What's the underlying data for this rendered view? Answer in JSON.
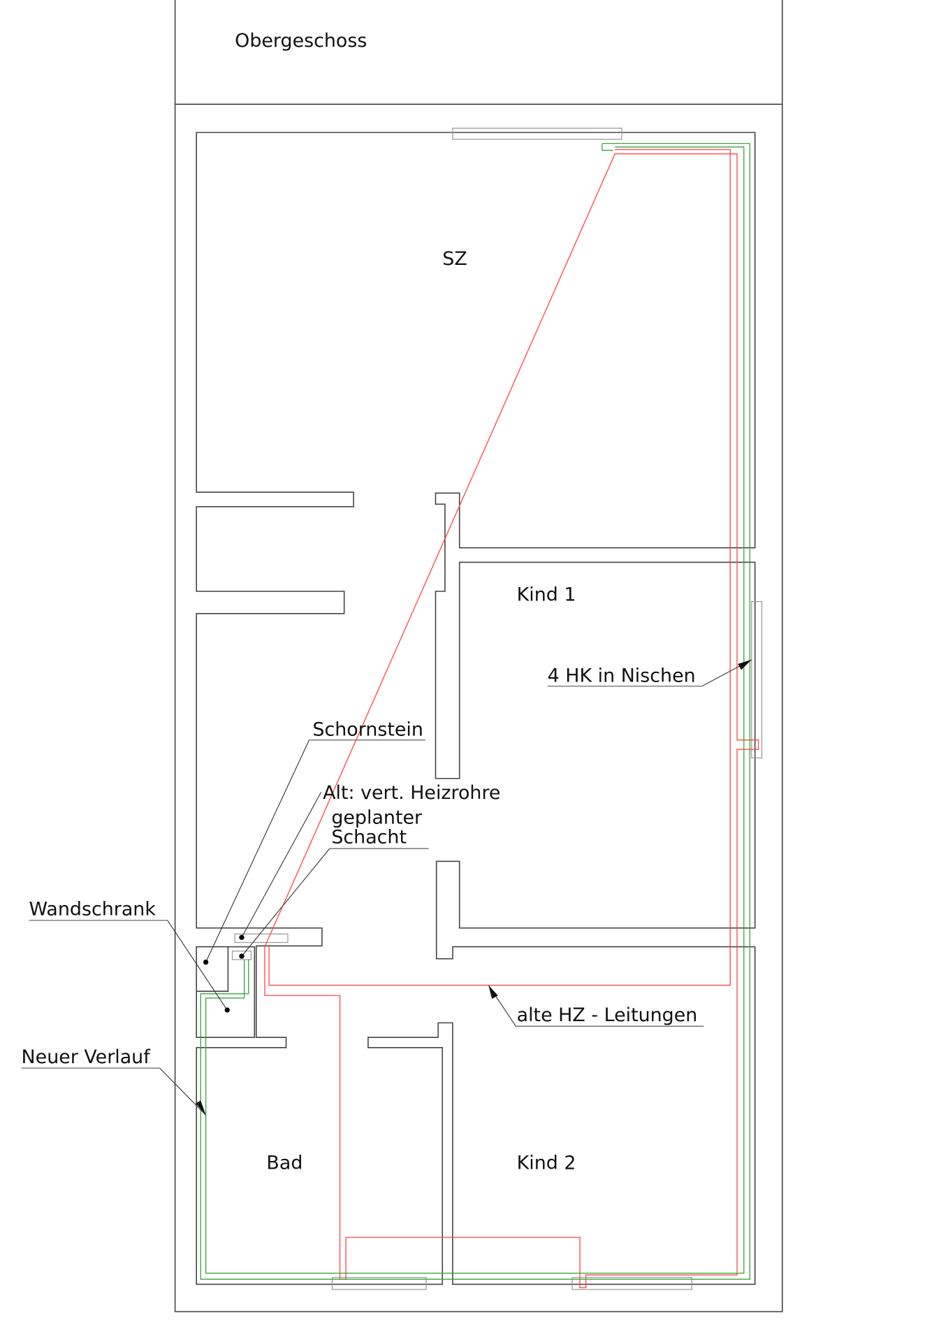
{
  "title": "Obergeschoss",
  "rooms": {
    "sz": "SZ",
    "kind1": "Kind 1",
    "bad": "Bad",
    "kind2": "Kind 2"
  },
  "annotations": {
    "hk": "4 HK in Nischen",
    "schornstein": "Schornstein",
    "alt": "Alt: vert. Heizrohre",
    "schacht_1": "geplanter",
    "schacht_2": "Schacht",
    "wandschrank": "Wandschrank",
    "neuer_verlauf": "Neuer Verlauf",
    "alte_hz": "alte HZ - Leitungen"
  },
  "colors": {
    "old_pipes": "#ff4a4a",
    "new_pipes": "#3aa83a",
    "walls": "#444444"
  }
}
